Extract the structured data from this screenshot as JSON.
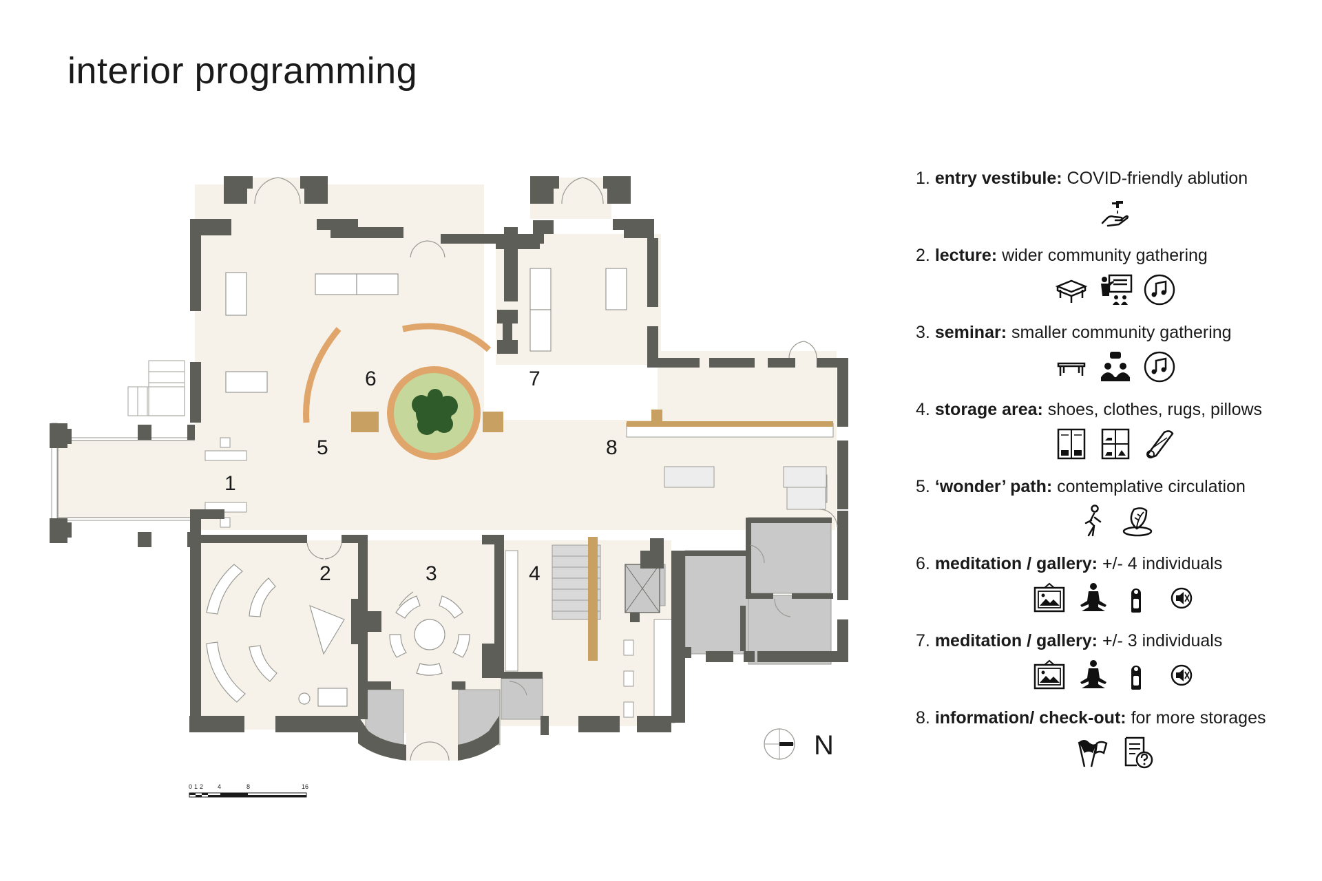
{
  "title": "interior programming",
  "colors": {
    "wall": "#5e5e58",
    "floor": "#f6f2ea",
    "service": "#c9c9c9",
    "wood": "#c8a062",
    "brick": "#e0a56a",
    "garden": "#c5d79a",
    "tree": "#2f5a2a"
  },
  "plan_labels": {
    "r1": "1",
    "r2": "2",
    "r3": "3",
    "r4": "4",
    "r5": "5",
    "r6": "6",
    "r7": "7",
    "r8": "8"
  },
  "scale": {
    "t0": "0",
    "t1": "1",
    "t2": "2",
    "t4": "4",
    "t8": "8",
    "t16": "16"
  },
  "north": "N",
  "legend": [
    {
      "num": "1.",
      "term": "entry vestibule:",
      "desc": "COVID-friendly ablution",
      "icons": [
        "tap-hand-icon"
      ]
    },
    {
      "num": "2.",
      "term": "lecture:",
      "desc": "wider community gathering",
      "icons": [
        "table-icon",
        "presentation-icon",
        "music-icon"
      ]
    },
    {
      "num": "3.",
      "term": "seminar:",
      "desc": "smaller community gathering",
      "icons": [
        "small-table-icon",
        "discussion-icon",
        "music-icon"
      ]
    },
    {
      "num": "4.",
      "term": "storage area:",
      "desc": "shoes, clothes, rugs, pillows",
      "icons": [
        "closet-icon",
        "shoe-shelf-icon",
        "rolled-rug-icon"
      ]
    },
    {
      "num": "5.",
      "term": "‘wonder’ path:",
      "desc": "contemplative circulation",
      "icons": [
        "walking-person-icon",
        "leaf-water-icon"
      ]
    },
    {
      "num": "6.",
      "term": "meditation / gallery:",
      "desc": "+/- 4 individuals",
      "icons": [
        "picture-frame-icon",
        "meditation-icon",
        "do-not-disturb-icon",
        "mute-icon"
      ]
    },
    {
      "num": "7.",
      "term": "meditation / gallery:",
      "desc": "+/- 3 individuals",
      "icons": [
        "picture-frame-icon",
        "meditation-icon",
        "do-not-disturb-icon",
        "mute-icon"
      ]
    },
    {
      "num": "8.",
      "term": "information/ check-out:",
      "desc": "for more storages",
      "icons": [
        "flags-icon",
        "document-question-icon"
      ]
    }
  ]
}
